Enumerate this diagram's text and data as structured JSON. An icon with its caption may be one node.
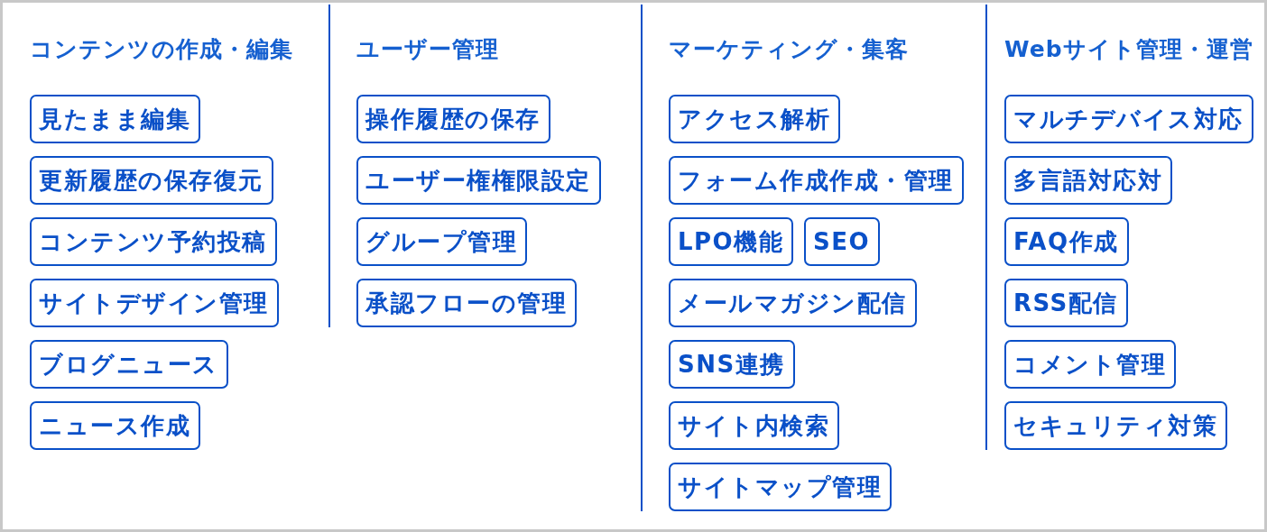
{
  "diagram": {
    "nodes": [
      {
        "text": [
          "コンテンツの作成・編集"
        ]
      },
      {
        "text": [
          "見たまま編集"
        ],
        "in": 0
      },
      {
        "text": [
          "更新履歴の保存復元"
        ],
        "in": 0
      },
      {
        "text": [
          "コンテンツ予約投稿"
        ],
        "in": 0
      },
      {
        "text": [
          "サイトデザイン管理"
        ],
        "in": 0
      },
      {
        "text": [
          "ブログニュース"
        ],
        "in": 0
      },
      {
        "text": [
          "ニュース作成"
        ],
        "in": 0
      },
      {
        "text": [
          "ユーザー管理"
        ]
      },
      {
        "text": [
          "操作履歴の保存"
        ],
        "in": 7
      },
      {
        "text": [
          "ユーザー権権限設定"
        ],
        "in": 7
      },
      {
        "text": [
          "グループ管理"
        ],
        "in": 7
      },
      {
        "text": [
          "承認フローの管理"
        ],
        "in": 7
      },
      {
        "text": [
          "マーケティング・集客"
        ]
      },
      {
        "text": [
          "アクセス解析"
        ],
        "in": 12
      },
      {
        "text": [
          "フォーム作成作成・管理"
        ],
        "in": 12
      },
      {
        "text": [
          "LPO機能"
        ],
        "in": 12
      },
      {
        "text": [
          "SEO"
        ],
        "in": 12
      },
      {
        "text": [
          "メールマガジン配信"
        ],
        "in": 12
      },
      {
        "text": [
          "SNS連携"
        ],
        "in": 12
      },
      {
        "text": [
          "サイト内検索"
        ],
        "in": 12
      },
      {
        "text": [
          "サイトマップ管理"
        ],
        "in": 12
      },
      {
        "text": [
          "Webサイト管理・運営"
        ]
      },
      {
        "text": [
          "マルチデバイス対応"
        ],
        "in": 21
      },
      {
        "text": [
          "多言語対応対"
        ],
        "in": 21
      },
      {
        "text": [
          "FAQ作成"
        ],
        "in": 21
      },
      {
        "text": [
          "RSS配信"
        ],
        "in": 21
      },
      {
        "text": [
          "コメント管理"
        ],
        "in": 21
      },
      {
        "text": [
          "セキュリティ対策"
        ],
        "in": 21
      }
    ]
  }
}
